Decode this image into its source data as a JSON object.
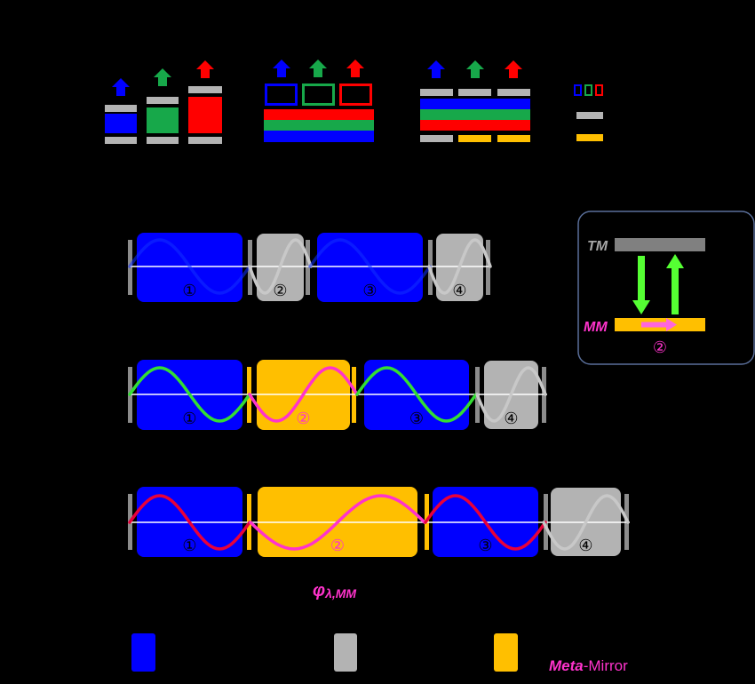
{
  "colors": {
    "background": "#000000",
    "blue": "#0000ff",
    "green": "#17a84a",
    "red": "#ff0000",
    "gray": "#b3b3b3",
    "dark_gray": "#8c8c8c",
    "yellow": "#ffbf00",
    "magenta": "#ff33cc",
    "bright_green": "#55ff33",
    "white": "#ffffff",
    "inset_border": "#5a6f9a",
    "tm_bar": "#808080"
  },
  "waveguide_rows": [
    {
      "wave_color": "#1030ff",
      "regions": [
        {
          "label": "①",
          "kind": "blue"
        },
        {
          "label": "②",
          "kind": "gray"
        },
        {
          "label": "③",
          "kind": "blue"
        },
        {
          "label": "④",
          "kind": "gray"
        }
      ]
    },
    {
      "wave_color": "#33dd33",
      "regions": [
        {
          "label": "①",
          "kind": "blue"
        },
        {
          "label": "②",
          "kind": "yellow"
        },
        {
          "label": "③",
          "kind": "blue"
        },
        {
          "label": "④",
          "kind": "gray"
        }
      ]
    },
    {
      "wave_color": "#e8003a",
      "regions": [
        {
          "label": "①",
          "kind": "blue"
        },
        {
          "label": "②",
          "kind": "yellow"
        },
        {
          "label": "③",
          "kind": "blue"
        },
        {
          "label": "④",
          "kind": "gray"
        }
      ]
    }
  ],
  "inset": {
    "tm_label": "TM",
    "mm_label": "MM",
    "region_label": "②"
  },
  "phase_label": {
    "symbol": "φ",
    "subscript": "λ,MM"
  },
  "legend": {
    "meta_word": "Meta",
    "mirror_word": "-Mirror"
  }
}
